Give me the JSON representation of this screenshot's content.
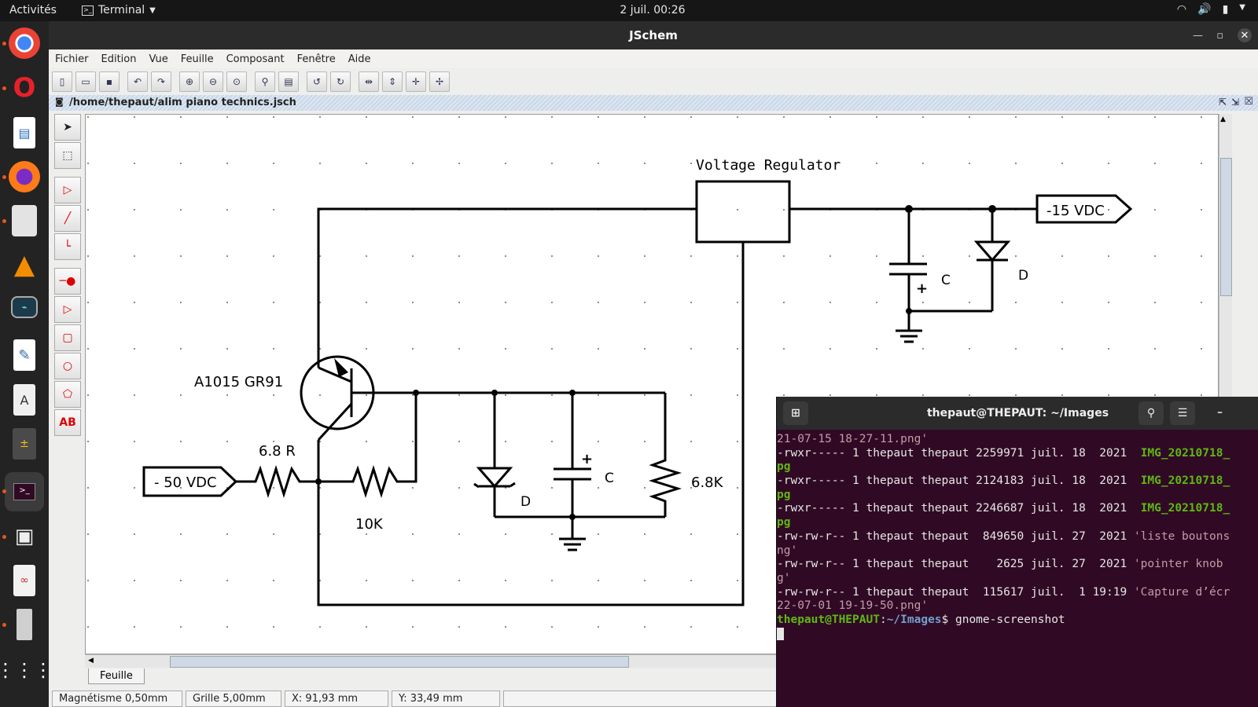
{
  "topbar": {
    "activities": "Activités",
    "app": "Terminal",
    "clock": "2 juil.  00:26"
  },
  "window": {
    "title": "JSchem"
  },
  "menu": [
    "Fichier",
    "Edition",
    "Vue",
    "Feuille",
    "Composant",
    "Fenêtre",
    "Aide"
  ],
  "document": {
    "path": "/home/thepaut/alim piano technics.jsch"
  },
  "schematic": {
    "regulator_label": "Voltage Regulator",
    "out_label": "-15 VDC",
    "in_label": "- 50 VDC",
    "transistor": "A1015 GR91",
    "r1": "6.8 R",
    "r2": "10K",
    "r3": "6.8K",
    "c_label": "C",
    "c_plus": "+",
    "d_label": "D"
  },
  "sheet_tab": "Feuille",
  "status": {
    "magnet": "Magnétisme 0,50mm",
    "grid": "Grille 5,00mm",
    "x": "X: 91,93 mm",
    "y": "Y: 33,49 mm"
  },
  "terminal": {
    "title": "thepaut@THEPAUT: ~/Images",
    "lines": [
      {
        "text": "21-07-15 18-27-11.png'",
        "cls": "tan"
      },
      {
        "pre": "-rwxr----- 1 thepaut thepaut 2259971 juil. 18  2021  ",
        "name": "IMG_20210718_",
        "cls": "grn"
      },
      {
        "text": "pg",
        "cls": "grn"
      },
      {
        "pre": "-rwxr----- 1 thepaut thepaut 2124183 juil. 18  2021  ",
        "name": "IMG_20210718_",
        "cls": "grn"
      },
      {
        "text": "pg",
        "cls": "grn"
      },
      {
        "pre": "-rwxr----- 1 thepaut thepaut 2246687 juil. 18  2021  ",
        "name": "IMG_20210718_",
        "cls": "grn"
      },
      {
        "text": "pg",
        "cls": "grn"
      },
      {
        "pre": "-rw-rw-r-- 1 thepaut thepaut  849650 juil. 27  2021 ",
        "name": "'liste boutons",
        "cls": "tan"
      },
      {
        "text": "ng'",
        "cls": "tan"
      },
      {
        "pre": "-rw-rw-r-- 1 thepaut thepaut    2625 juil. 27  2021 ",
        "name": "'pointer knob",
        "cls": "tan"
      },
      {
        "text": "g'",
        "cls": "tan"
      },
      {
        "pre": "-rw-rw-r-- 1 thepaut thepaut  115617 juil.  1 19:19 ",
        "name": "'Capture d’écr",
        "cls": "tan"
      },
      {
        "text": "22-07-01 19-19-50.png'",
        "cls": "tan"
      }
    ],
    "prompt_user": "thepaut@THEPAUT",
    "prompt_path": "~/Images",
    "prompt_cmd": "$ gnome-screenshot"
  }
}
